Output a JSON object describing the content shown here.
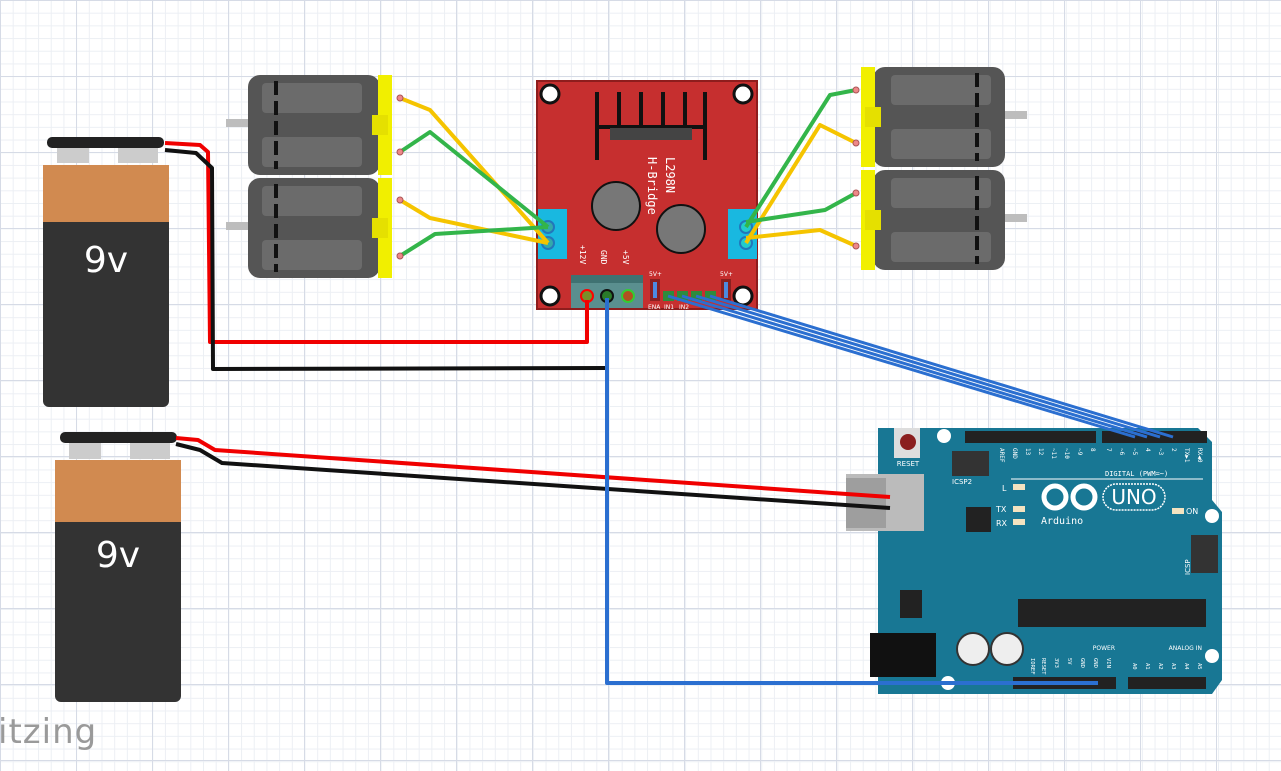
{
  "batteries": [
    {
      "label": "9v"
    },
    {
      "label": "9v"
    }
  ],
  "hbridge": {
    "chip": "L298N",
    "name": "H-Bridge",
    "power_labels": [
      "+12V",
      "GND",
      "+5V"
    ],
    "jumper_label": "5V+",
    "pin_labels": [
      "ENA",
      "IN1",
      "IN2"
    ]
  },
  "arduino": {
    "brand": "Arduino",
    "model": "UNO",
    "reset": "RESET",
    "icsp2": "ICSP2",
    "icsp": "ICSP",
    "leds": [
      "L",
      "TX",
      "RX",
      "ON"
    ],
    "digital_label": "DIGITAL (PWM=~)",
    "top_pins": [
      "AREF",
      "GND",
      "13",
      "12",
      "~11",
      "~10",
      "~9",
      "8"
    ],
    "digital_pins": [
      "7",
      "~6",
      "~5",
      "4",
      "~3",
      "2",
      "TX▶1",
      "RX◀0"
    ],
    "power_label": "POWER",
    "analog_label": "ANALOG IN",
    "power_pins": [
      "IOREF",
      "RESET",
      "3V3",
      "5V",
      "GND",
      "GND",
      "VIN"
    ],
    "analog_pins": [
      "A0",
      "A1",
      "A2",
      "A3",
      "A4",
      "A5"
    ]
  },
  "watermark": "itzing",
  "colors": {
    "wire_red": "#f00000",
    "wire_black": "#111111",
    "wire_blue": "#2b6fd0",
    "wire_yellow": "#f5c400",
    "wire_green": "#33b54a",
    "board_red": "#c62f2f",
    "arduino_teal": "#187794"
  }
}
